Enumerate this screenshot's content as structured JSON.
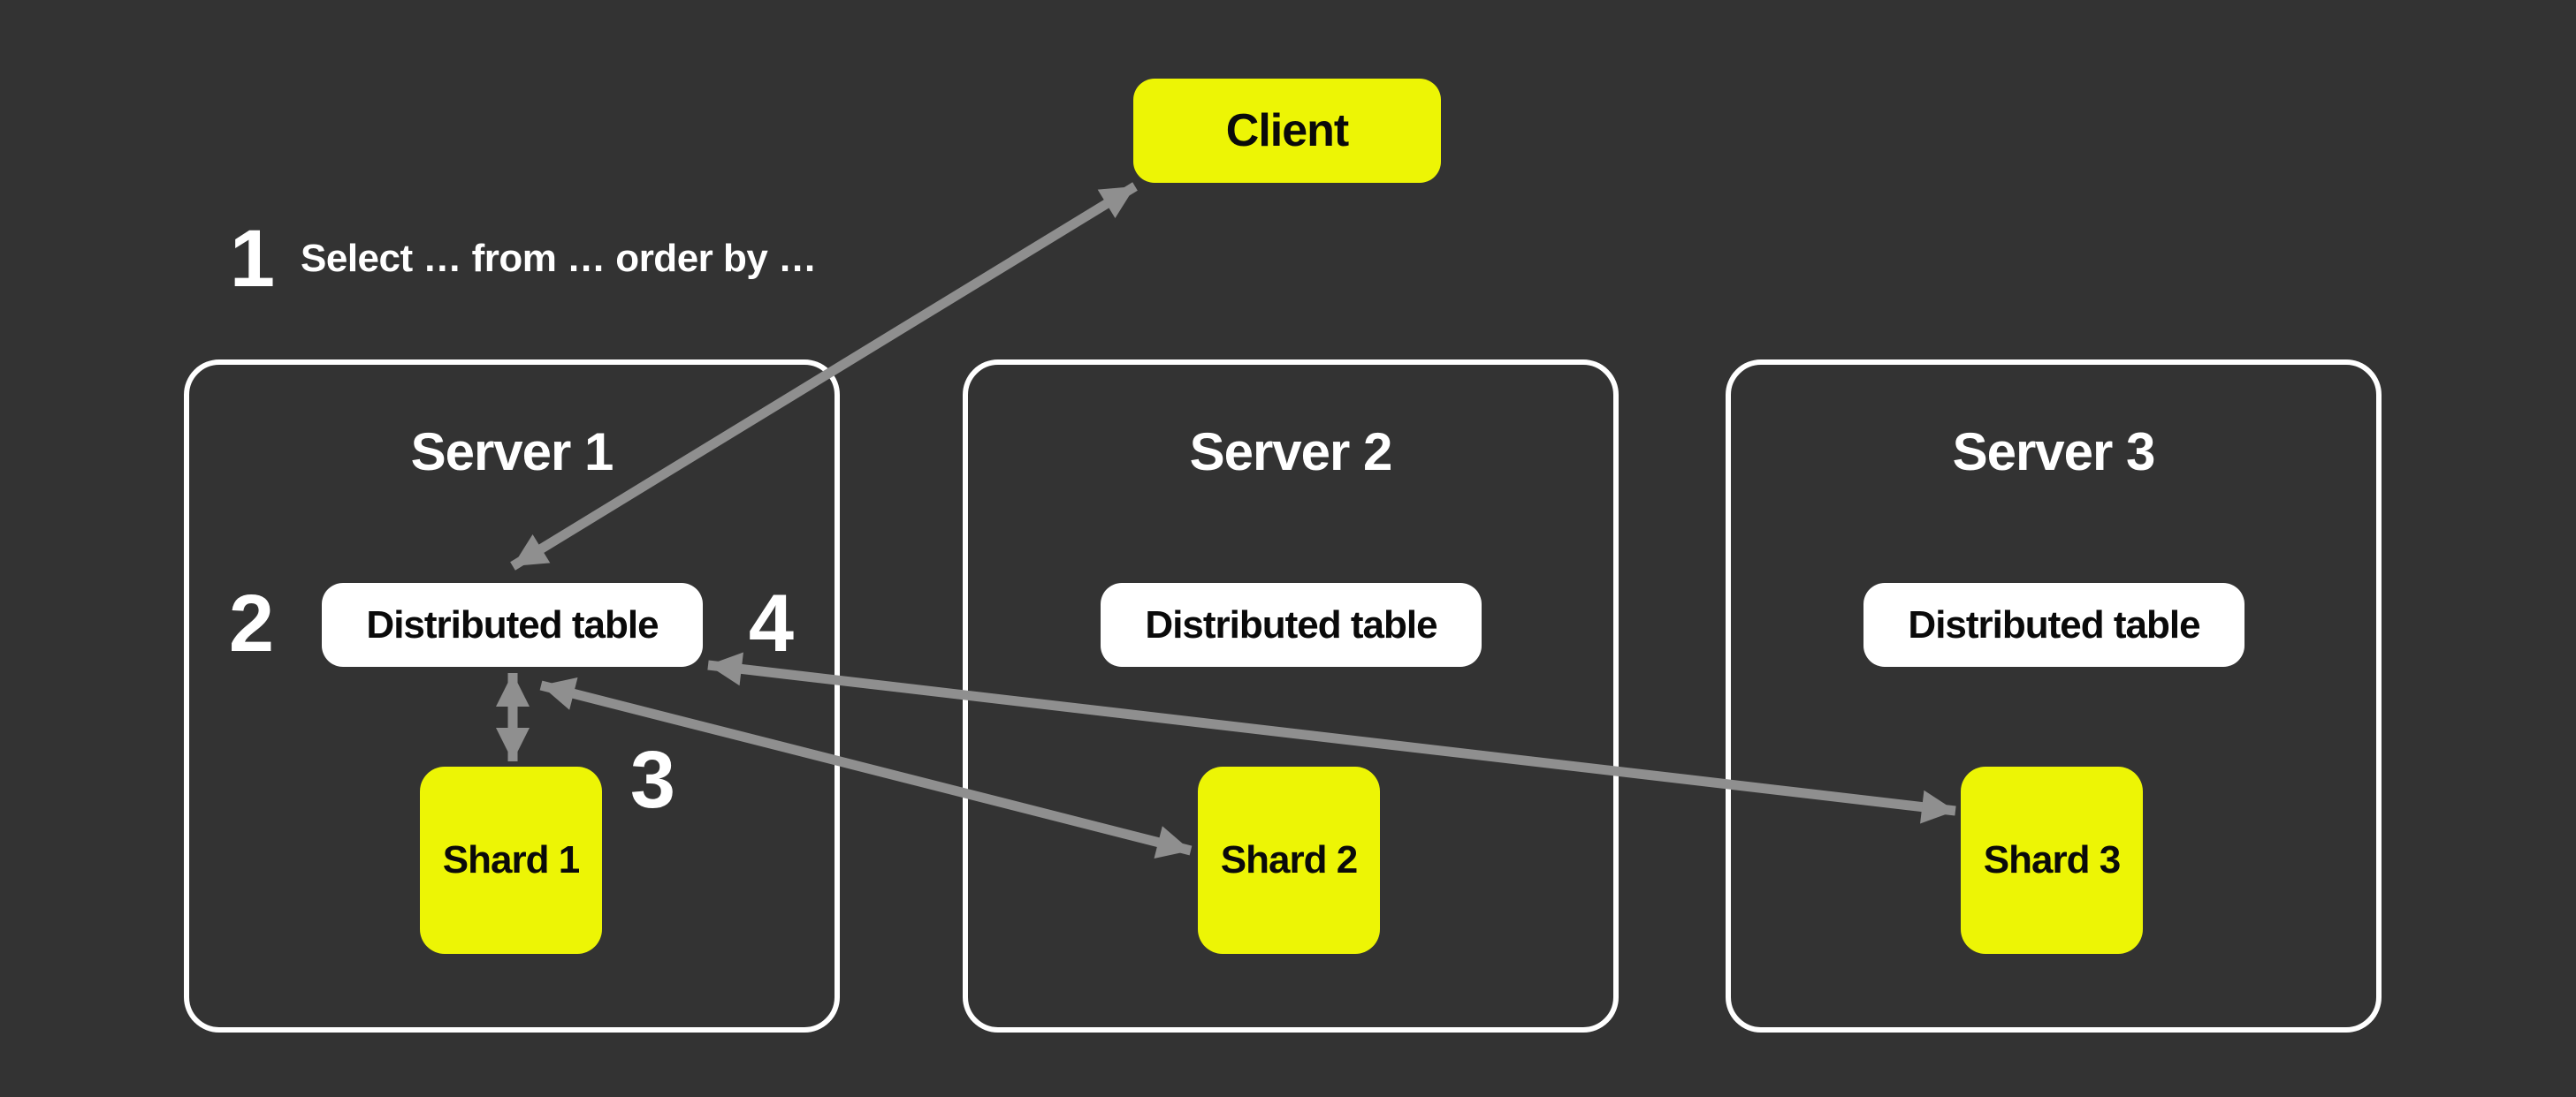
{
  "diagram": {
    "client": {
      "label": "Client"
    },
    "steps": {
      "step1": {
        "number": "1",
        "query": "Select … from … order by …"
      },
      "step2": {
        "number": "2"
      },
      "step3": {
        "number": "3"
      },
      "step4": {
        "number": "4"
      }
    },
    "servers": [
      {
        "label": "Server 1",
        "table": "Distributed table",
        "shard": "Shard 1"
      },
      {
        "label": "Server 2",
        "table": "Distributed table",
        "shard": "Shard 2"
      },
      {
        "label": "Server 3",
        "table": "Distributed table",
        "shard": "Shard 3"
      }
    ],
    "connections": [
      {
        "from": "Client",
        "to": "Distributed table (Server 1)",
        "bidirectional": true
      },
      {
        "from": "Distributed table (Server 1)",
        "to": "Shard 1",
        "bidirectional": true
      },
      {
        "from": "Distributed table (Server 1)",
        "to": "Shard 2",
        "bidirectional": true
      },
      {
        "from": "Distributed table (Server 1)",
        "to": "Shard 3",
        "bidirectional": true
      }
    ],
    "colors": {
      "background": "#333333",
      "accent_yellow": "#EDF505",
      "card_white": "#FFFFFF",
      "arrow_gray": "#8F8F8F",
      "text_white": "#FFFFFF",
      "text_black": "#0A0A0A"
    }
  }
}
